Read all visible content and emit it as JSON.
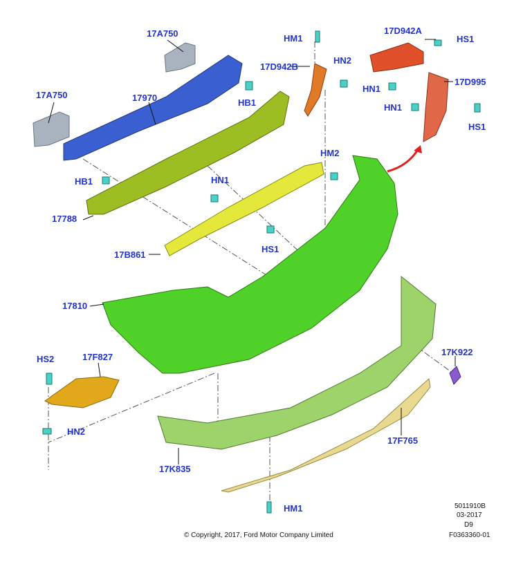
{
  "labels": {
    "l17A750_top": "17A750",
    "l17970": "17970",
    "l17A750_left": "17A750",
    "lHB1_right": "HB1",
    "lHB1_left": "HB1",
    "l17788": "17788",
    "lHN1_mid": "HN1",
    "lHS1_mid": "HS1",
    "l17B861": "17B861",
    "lHM1_top": "HM1",
    "l17D942B": "17D942B",
    "lHN2_top": "HN2",
    "lHM2": "HM2",
    "l17D942A": "17D942A",
    "lHS1_topright": "HS1",
    "lHN1_a": "HN1",
    "l17D995": "17D995",
    "lHN1_b": "HN1",
    "lHS1_right": "HS1",
    "l17810": "17810",
    "lHS2": "HS2",
    "l17F827": "17F827",
    "lHN2_bottom": "HN2",
    "l17K922": "17K922",
    "l17F765": "17F765",
    "l17K835": "17K835",
    "lHM1_bottom": "HM1"
  },
  "footer": {
    "code1": "5011910B",
    "date": "03-2017",
    "code2": "D9",
    "code3": "F0363360-01",
    "copyright": "© Copyright, 2017, Ford Motor Company Limited"
  },
  "colors": {
    "label": "#2233cc",
    "reinforcement": "#3a5fd0",
    "absorber": "#9cbe22",
    "bumper_cover": "#4fd12a",
    "lower_cover": "#9ed26a",
    "bracket": "#e0502a",
    "fastener": "#4ad0c8",
    "bracket_gray": "#a9b3bf",
    "lamp_bracket": "#e0a81a"
  }
}
